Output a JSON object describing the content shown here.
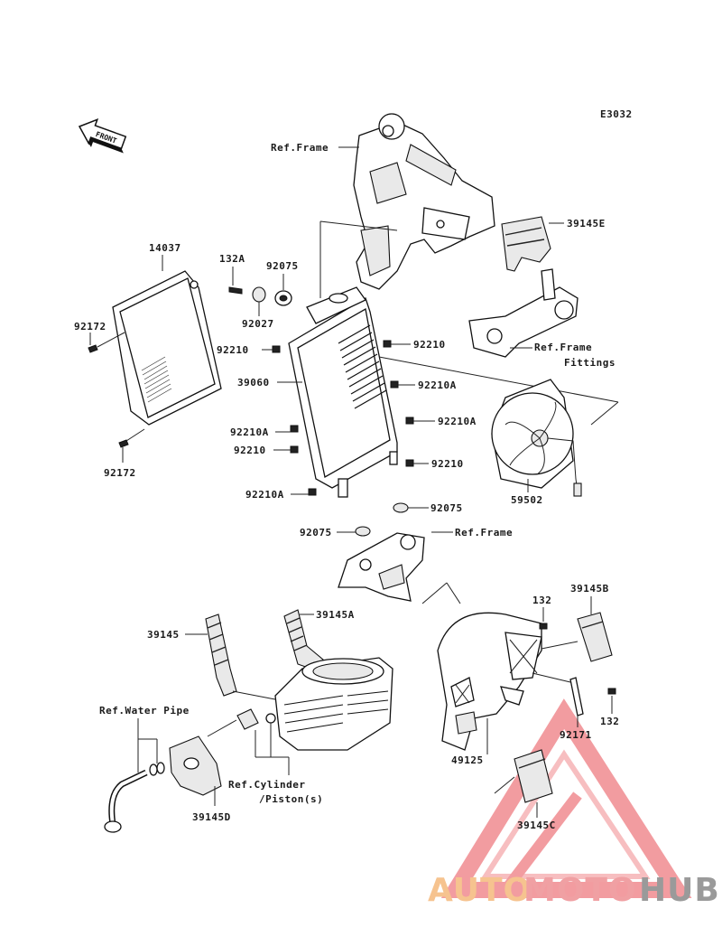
{
  "diagram": {
    "code": "E3032",
    "front_label": "FRONT",
    "labels": {
      "ref_frame_top": "Ref.Frame",
      "p39145E": "39145E",
      "p14037": "14037",
      "p132A": "132A",
      "p92075_top": "92075",
      "p92027": "92027",
      "p92172_top": "92172",
      "p92210_left1": "92210",
      "p92210_right1": "92210",
      "ref_frame_fittings_1": "Ref.Frame",
      "ref_frame_fittings_2": "Fittings",
      "p39060": "39060",
      "p92210A_right1": "92210A",
      "p92210A_right2": "92210A",
      "p92210A_left1": "92210A",
      "p92210_left2": "92210",
      "p92210_right2": "92210",
      "p92172_bottom": "92172",
      "p92210A_left2": "92210A",
      "p59502": "59502",
      "p92075_right": "92075",
      "p92075_left": "92075",
      "ref_frame_mid": "Ref.Frame",
      "p132_top": "132",
      "p39145B": "39145B",
      "p39145A": "39145A",
      "p39145": "39145",
      "ref_water_pipe": "Ref.Water Pipe",
      "p132_bottom": "132",
      "p92171": "92171",
      "p49125": "49125",
      "ref_cylinder_1": "Ref.Cylinder",
      "ref_cylinder_2": "/Piston(s)",
      "p39145D": "39145D",
      "p39145C": "39145C"
    }
  },
  "watermark": {
    "part1": "AUTO",
    "part2": "MOTO",
    "part3": "HUB",
    "colors": {
      "auto": "#f6c38f",
      "moto": "#f0a0a3",
      "hub": "#9a9a9a",
      "triangle": "#e0424a"
    }
  }
}
